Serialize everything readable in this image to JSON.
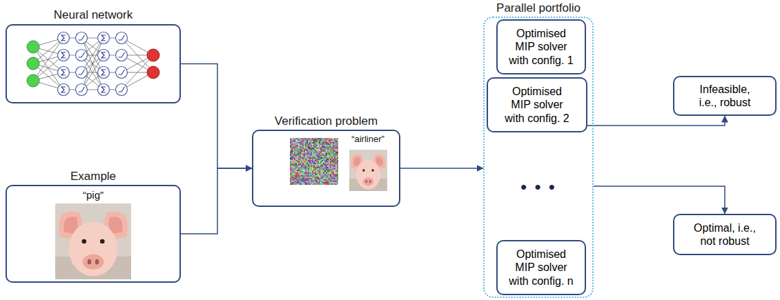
{
  "diagram": {
    "nodes": [
      {
        "text": [
          "Neural network"
        ]
      },
      {
        "text": [
          "Example",
          "“pig”"
        ]
      },
      {
        "text": [
          "Verification problem",
          "“airliner”"
        ]
      },
      {
        "text": [
          "Parallel portfolio"
        ]
      },
      {
        "text": [
          "Optimised MIP solver with config. 1"
        ],
        "in": 3
      },
      {
        "text": [
          "Optimised MIP solver with config. 2"
        ],
        "in": 3
      },
      {
        "text": [
          "Optimised MIP solver with config. n"
        ],
        "in": 3
      },
      {
        "text": [
          "Infeasible, i.e., robust"
        ]
      },
      {
        "text": [
          "Optimal, i.e., not robust"
        ]
      }
    ],
    "edges": [
      {
        "from": 0,
        "to": 2,
        "arrow": "to"
      },
      {
        "from": 1,
        "to": 2,
        "arrow": "to"
      },
      {
        "from": 2,
        "to": 3,
        "arrow": "to"
      },
      {
        "from": 5,
        "to": 7,
        "arrow": "to"
      },
      {
        "from": 3,
        "to": 8,
        "arrow": "to"
      }
    ],
    "labels": [
      "• • •"
    ]
  }
}
